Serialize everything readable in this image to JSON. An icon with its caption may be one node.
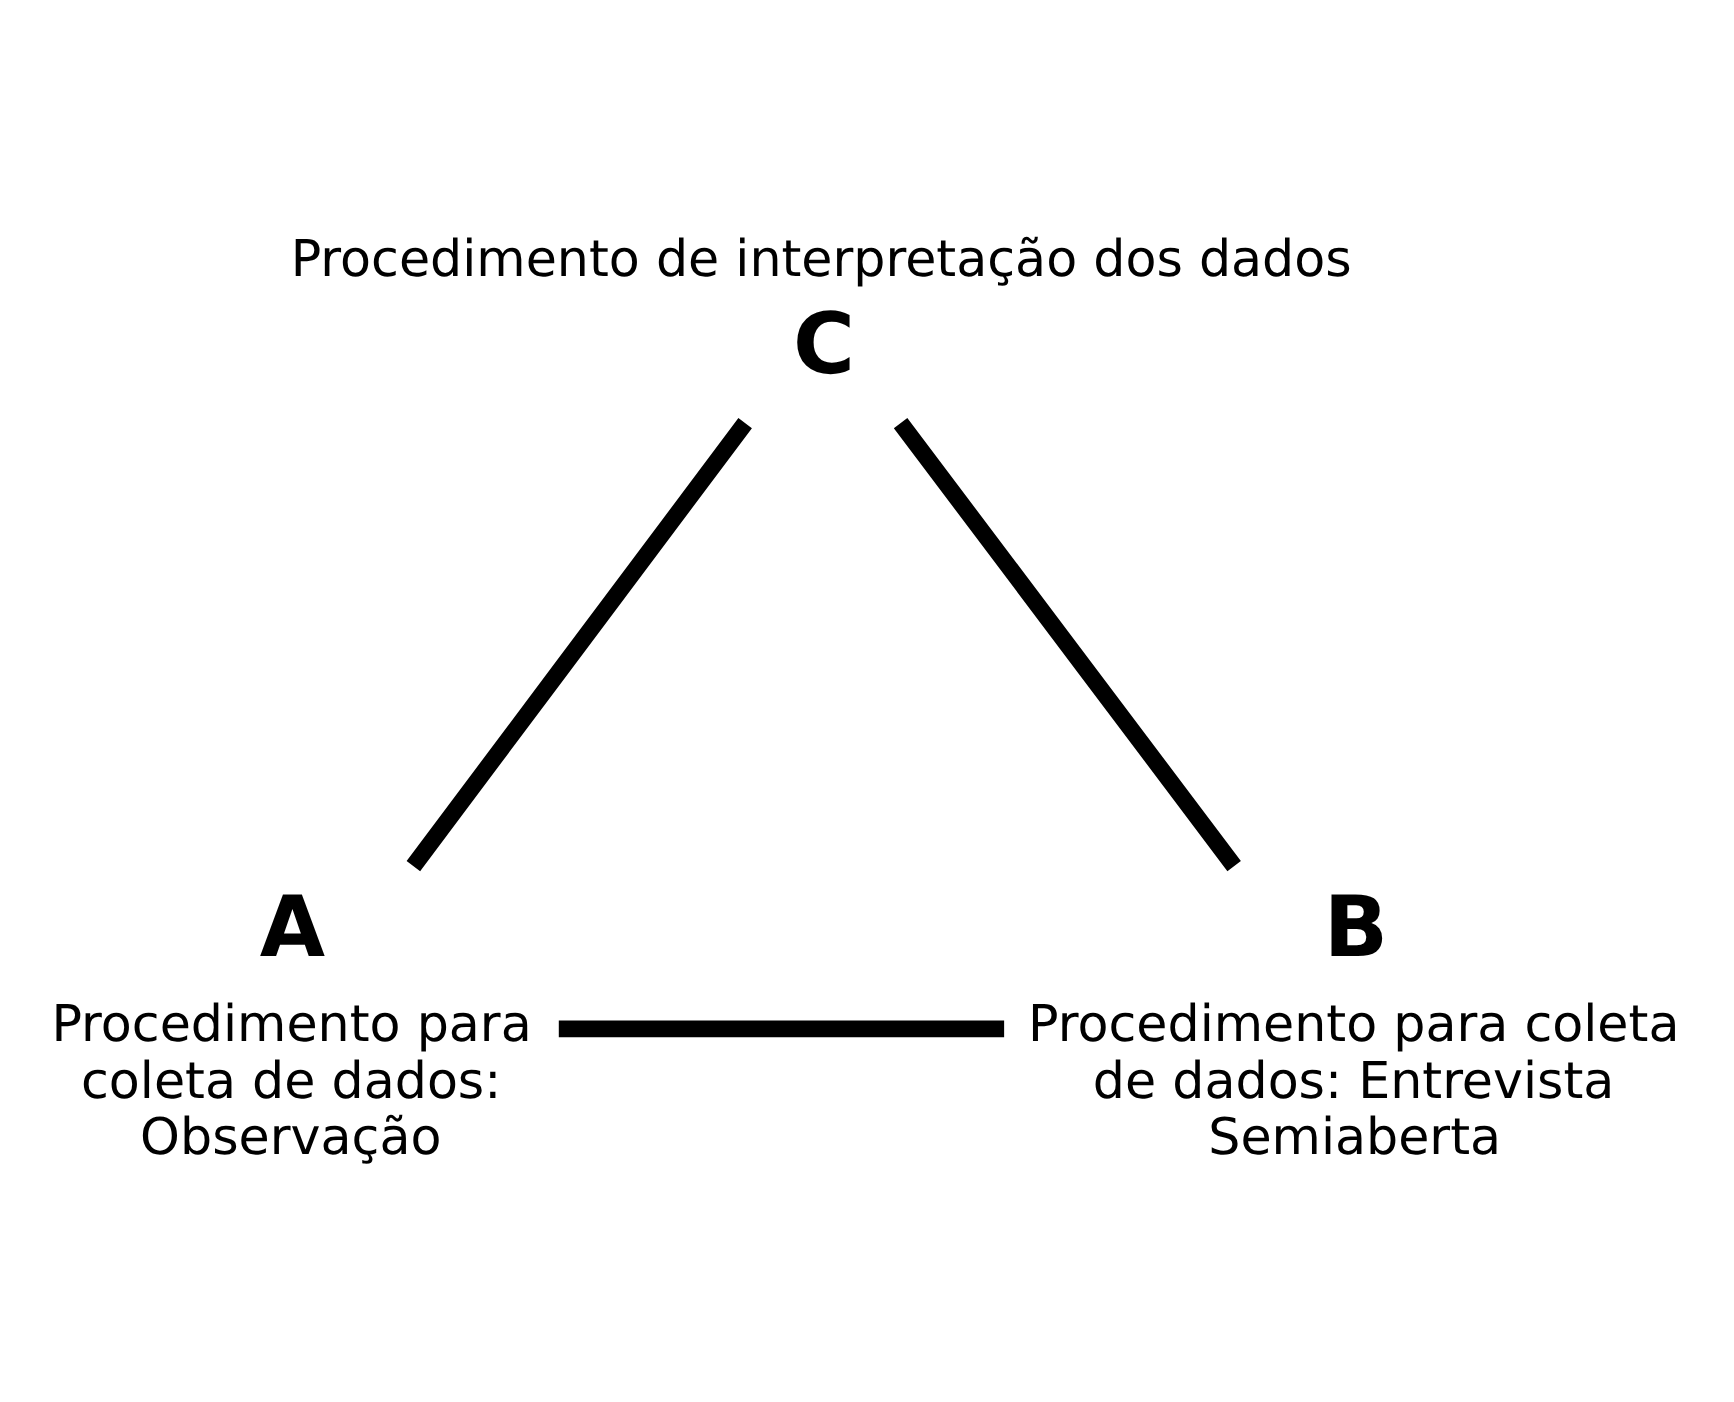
{
  "diagram": {
    "nodes": [
      {
        "text": [
          "C"
        ],
        "beside": [
          "Procedimento de interpretação dos dados"
        ]
      },
      {
        "text": [
          "A"
        ],
        "beside": [
          "Procedimento para coleta de dados: Observação"
        ]
      },
      {
        "text": [
          "B"
        ],
        "beside": [
          "Procedimento para coleta de dados: Entrevista Semiaberta"
        ]
      }
    ],
    "edges": [
      {
        "from": 0,
        "to": 1,
        "arrow": "none"
      },
      {
        "from": 1,
        "to": 2,
        "arrow": "none"
      },
      {
        "from": 2,
        "to": 0,
        "arrow": "none"
      }
    ]
  }
}
